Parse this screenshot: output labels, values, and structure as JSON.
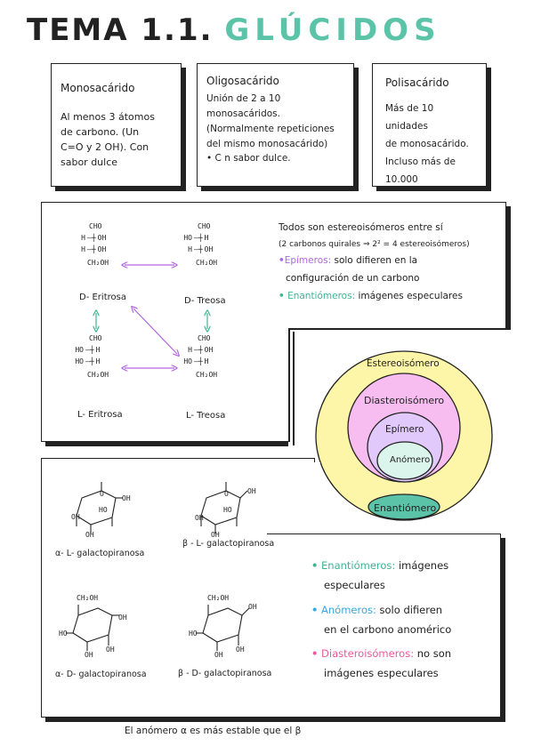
{
  "title": {
    "part1": "TEMA 1.1.",
    "part2": "GLÚCIDOS"
  },
  "mono": {
    "name": "Monosacárido",
    "lines": [
      "Al menos 3 átomos",
      "de carbono. (Un",
      "C=O y 2 OH). Con",
      "sabor dulce"
    ]
  },
  "oligo": {
    "name": "Oligosacárido",
    "lines": [
      "Unión de 2 a 10",
      "monosacáridos.",
      "(Normalmente repeticiones",
      "del mismo monosacárido)",
      "• C n sabor dulce."
    ]
  },
  "poli": {
    "name": "Polisacárido",
    "lines": [
      "Más de 10 unidades",
      "de monosacárido.",
      "Incluso más de",
      "10.000"
    ]
  },
  "fischer": {
    "d_eritrosa": {
      "top": "CHO",
      "r1l": "H",
      "r1r": "OH",
      "r2l": "H",
      "r2r": "OH",
      "bottom": "CH₂OH",
      "name": "D- Eritrosa"
    },
    "d_treosa": {
      "top": "CHO",
      "r1l": "HO",
      "r1r": "H",
      "r2l": "H",
      "r2r": "OH",
      "bottom": "CH₂OH",
      "name": "D- Treosa"
    },
    "l_eritrosa": {
      "top": "CHO",
      "r1l": "HO",
      "r1r": "H",
      "r2l": "HO",
      "r2r": "H",
      "bottom": "CH₂OH",
      "name": "L- Eritrosa"
    },
    "l_treosa": {
      "top": "CHO",
      "r1l": "H",
      "r1r": "OH",
      "r2l": "HO",
      "r2r": "H",
      "bottom": "CH₂OH",
      "name": "L- Treosa"
    }
  },
  "stereo_notes": {
    "line1": "Todos son estereoisómeros entre sí",
    "line2": "(2 carbonos quirales ⇒ 2² = 4 estereoisómeros)",
    "epi_term": "Epímeros:",
    "epi_text1": "solo difieren en la",
    "epi_text2": "configuración de un carbono",
    "enan_term": "Enantiómeros:",
    "enan_text": "imágenes especulares"
  },
  "venn": {
    "outer": "Estereoisómero",
    "dia": "Diasteroisómero",
    "epi": "Epímero",
    "ano": "Anómero",
    "enan": "Enantiómero"
  },
  "pyranose": {
    "a_l": "α- L- galactopiranosa",
    "b_l": "β - L- galactopiranosa",
    "a_d": "α- D- galactopiranosa",
    "b_d": "β - D- galactopiranosa",
    "oh": "OH",
    "ho": "HO",
    "ring_o": "O",
    "ch2oh": "CH₂OH"
  },
  "pyr_notes": {
    "enan_term": "Enantiómeros:",
    "enan_text1": "imágenes",
    "enan_text2": "especulares",
    "ano_term": "Anómeros:",
    "ano_text1": "solo difieren",
    "ano_text2": "en el carbono anomérico",
    "dia_term": "Diasteroisómeros:",
    "dia_text1": "no son",
    "dia_text2": "imágenes especulares"
  },
  "footer": "El anómero α es más estable que el β",
  "colors": {
    "purple": "#b066e0",
    "green": "#3fb38f",
    "blue": "#38a8e0",
    "pink": "#e85a9a",
    "yellow": "#fdf6a8",
    "venn_pink": "#f8bdf0",
    "venn_lav": "#e2c9fb",
    "venn_mint": "#dcf5ec"
  }
}
